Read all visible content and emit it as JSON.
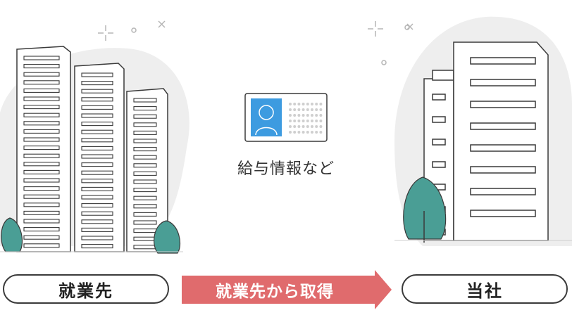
{
  "caption": "給与情報など",
  "labels": {
    "source": "就業先",
    "flow": "就業先から取得",
    "destination": "当社"
  },
  "colors": {
    "outline": "#3a3a3a",
    "bg_blob": "#eeeeee",
    "tree": "#4a9e95",
    "arrow": "#e06b6d",
    "card_photo": "#3d9be0"
  },
  "icons": {
    "left": "office-buildings-icon",
    "center": "id-card-icon",
    "right": "company-building-icon"
  }
}
